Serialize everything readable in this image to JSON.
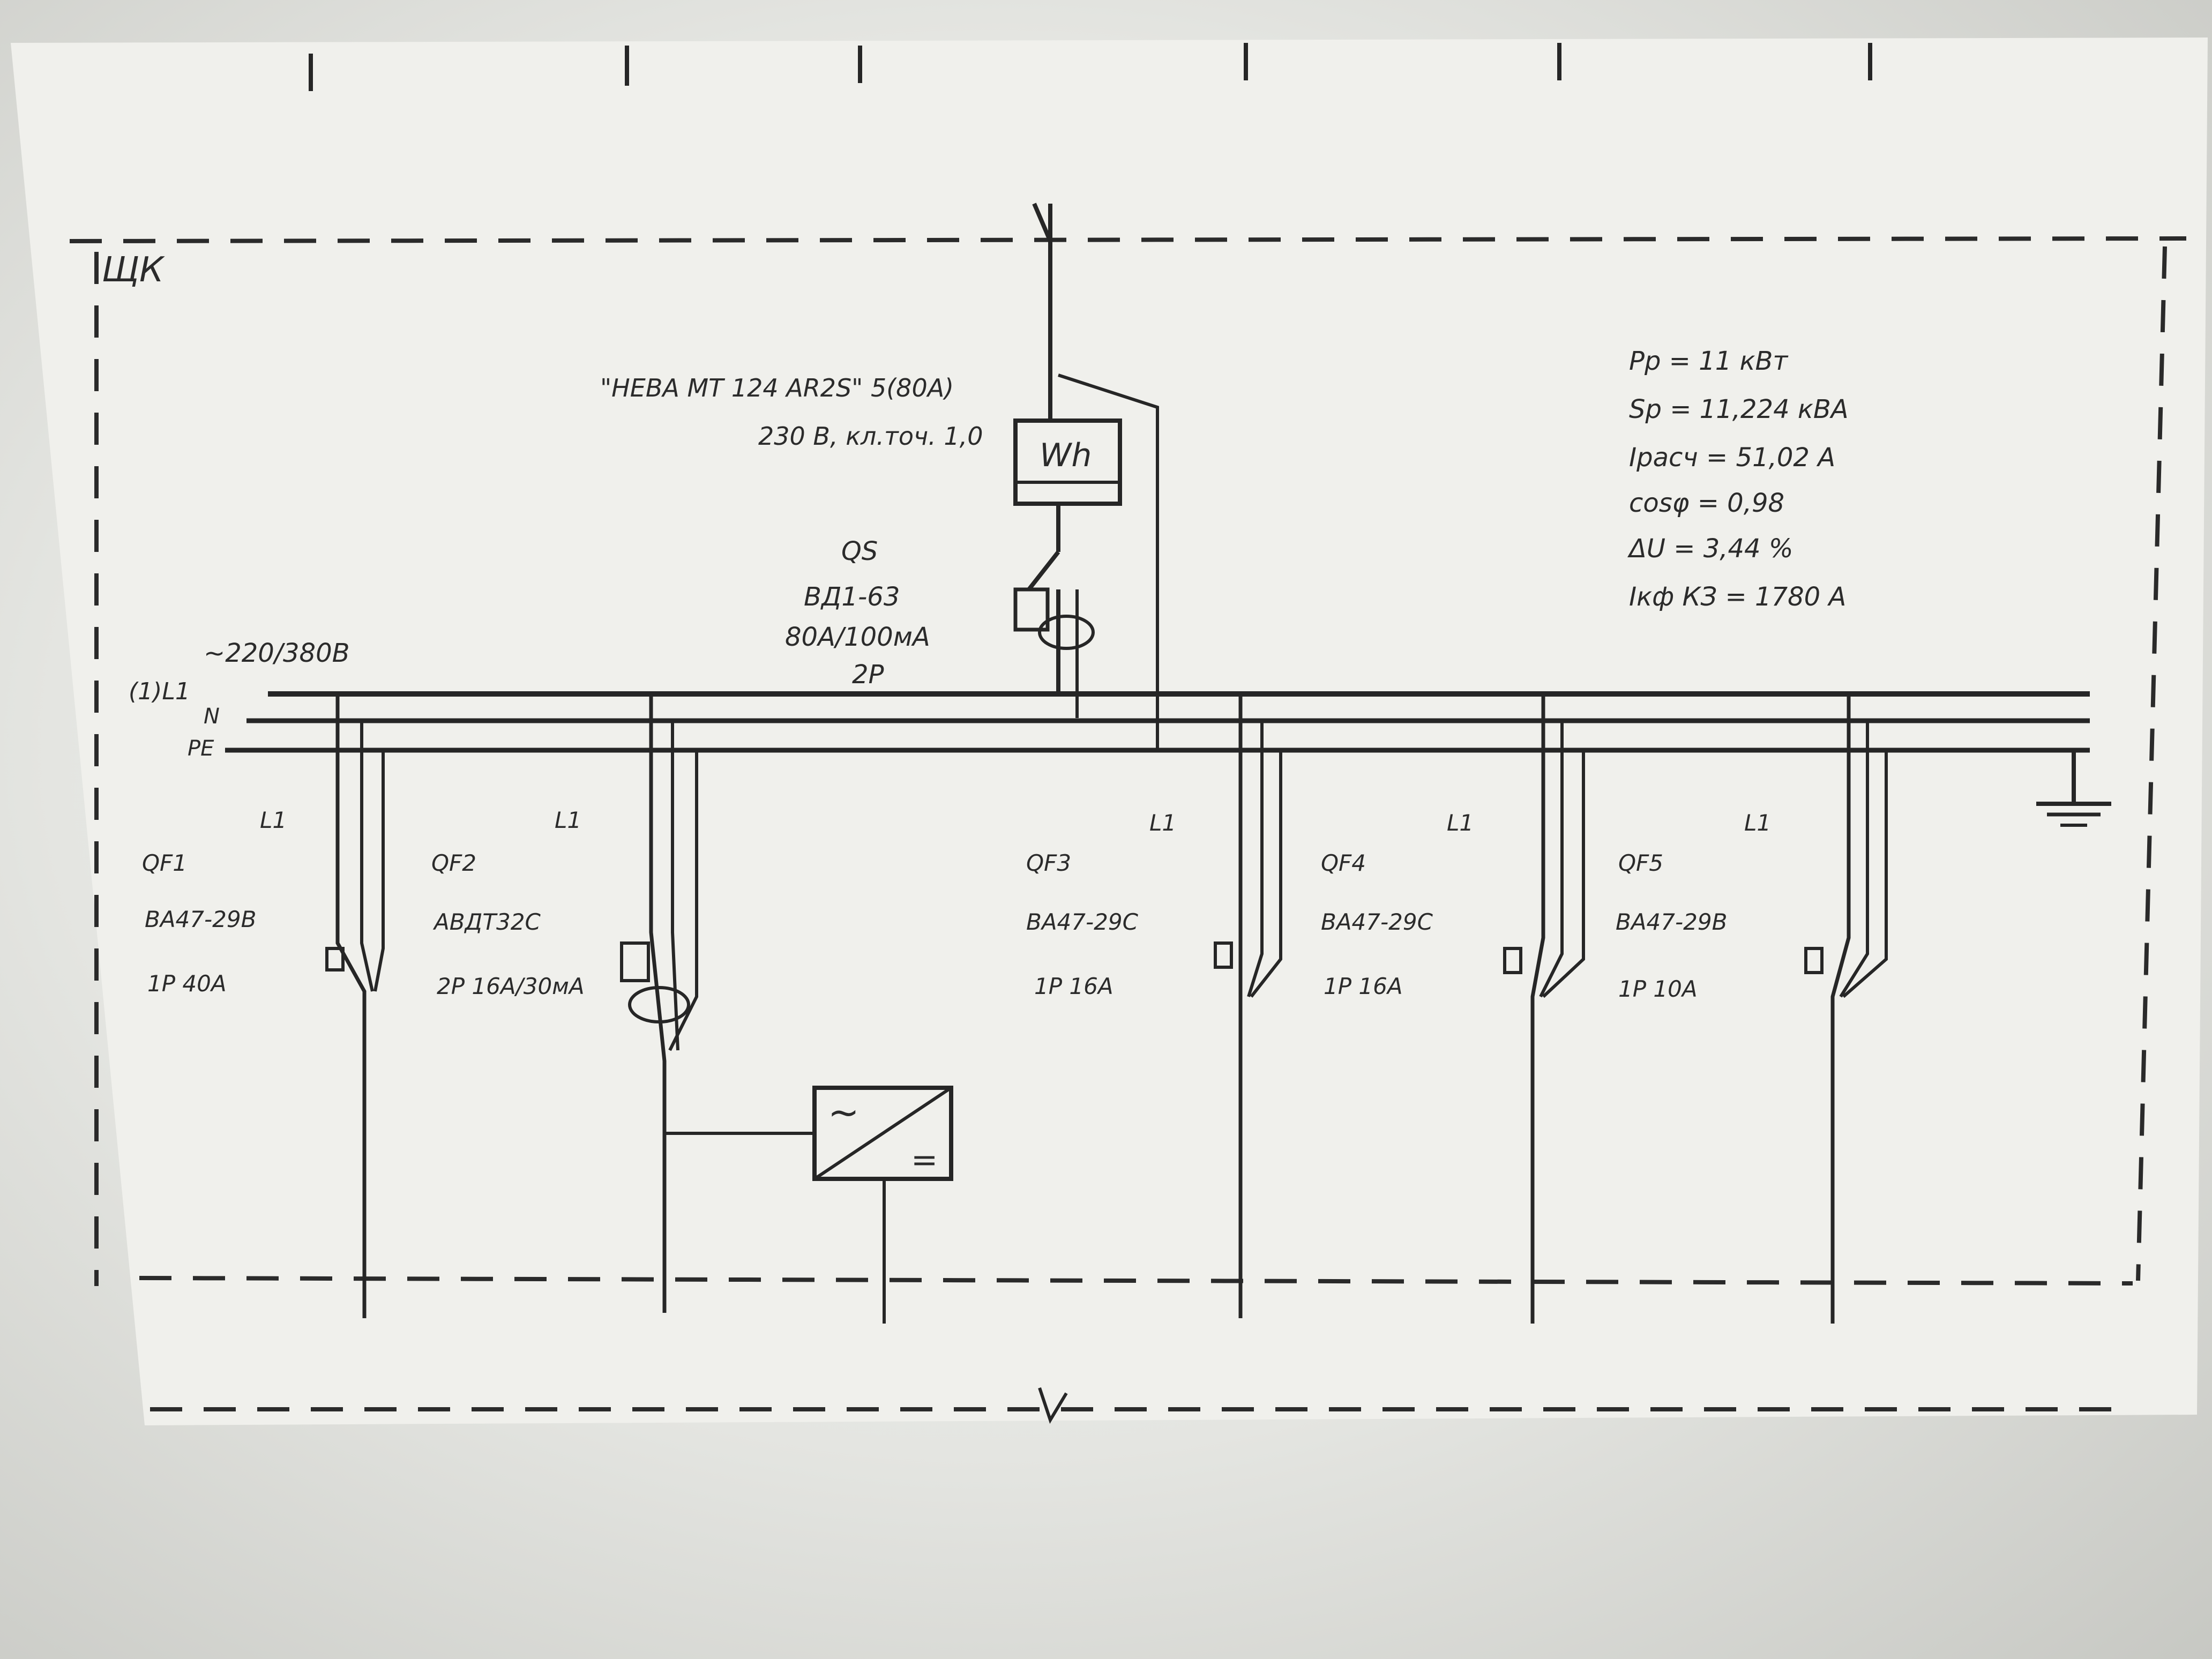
{
  "panel": {
    "name": "ЩК"
  },
  "meter": {
    "model": "\"НЕВА МТ 124 AR2S\" 5(80А)",
    "spec": "230 В, кл.точ. 1,0",
    "symbol": "Wh"
  },
  "main_switch": {
    "id": "QS",
    "model": "ВД1-63",
    "rating": "80А/100мА",
    "poles": "2Р"
  },
  "supply": {
    "voltage": "~220/380В",
    "line_label": "(1)L1",
    "n_label": "N",
    "pe_label": "PE"
  },
  "params": [
    "Рр = 11 кВт",
    "Sр = 11,224 кВА",
    "Iрасч = 51,02 А",
    "cosφ = 0,98",
    "ΔU = 3,44 %",
    "Iкф КЗ = 1780 А"
  ],
  "feeders": [
    {
      "phase": "L1",
      "id": "QF1",
      "model": "ВА47-29В",
      "rating": "1Р 40А"
    },
    {
      "phase": "L1",
      "id": "QF2",
      "model": "АВДТ32С",
      "rating": "2Р 16А/30мА"
    },
    {
      "phase": "L1",
      "id": "QF3",
      "model": "ВА47-29С",
      "rating": "1Р 16А"
    },
    {
      "phase": "L1",
      "id": "QF4",
      "model": "ВА47-29С",
      "rating": "1Р 16А"
    },
    {
      "phase": "L1",
      "id": "QF5",
      "model": "ВА47-29В",
      "rating": "1Р 10А"
    }
  ],
  "converter": {
    "ac_symbol": "~",
    "dc_symbol": "="
  },
  "icons": [
    "breaker-icon",
    "rcd-icon",
    "ground-icon",
    "converter-icon",
    "meter-icon"
  ],
  "colors": {
    "paper": "#f0f0ec",
    "ink": "#262626"
  }
}
